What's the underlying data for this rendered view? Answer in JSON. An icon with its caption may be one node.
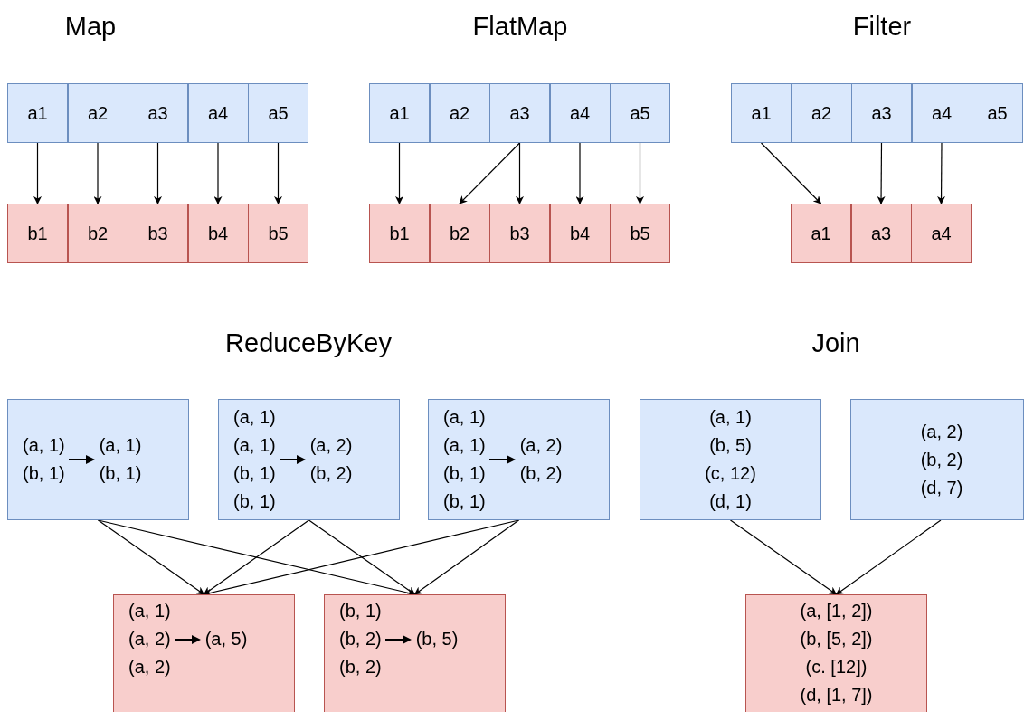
{
  "diagram": {
    "nodes": [
      {
        "text": [
          "a1"
        ]
      },
      {
        "text": [
          "a2"
        ]
      },
      {
        "text": [
          "a3"
        ]
      },
      {
        "text": [
          "a4"
        ]
      },
      {
        "text": [
          "a5"
        ]
      },
      {
        "text": [
          "b1"
        ]
      },
      {
        "text": [
          "b2"
        ]
      },
      {
        "text": [
          "b3"
        ]
      },
      {
        "text": [
          "b4"
        ]
      },
      {
        "text": [
          "b5"
        ]
      },
      {
        "text": [
          "a1"
        ]
      },
      {
        "text": [
          "a2"
        ]
      },
      {
        "text": [
          "a3"
        ]
      },
      {
        "text": [
          "a4"
        ]
      },
      {
        "text": [
          "a5"
        ]
      },
      {
        "text": [
          "b1"
        ]
      },
      {
        "text": [
          "b2"
        ]
      },
      {
        "text": [
          "b3"
        ]
      },
      {
        "text": [
          "b4"
        ]
      },
      {
        "text": [
          "b5"
        ]
      },
      {
        "text": [
          "a1"
        ]
      },
      {
        "text": [
          "a2"
        ]
      },
      {
        "text": [
          "a3"
        ]
      },
      {
        "text": [
          "a4"
        ]
      },
      {
        "text": [
          "a5"
        ]
      },
      {
        "text": [
          "a1"
        ]
      },
      {
        "text": [
          "a3"
        ]
      },
      {
        "text": [
          "a4"
        ]
      },
      {
        "text": [
          "(a, 1)",
          "(b, 1)",
          "(a, 1)",
          "(b, 1)"
        ]
      },
      {
        "text": [
          "(a, 1)",
          "(a, 1)",
          "(b, 1)",
          "(b, 1)",
          "(a, 2)",
          "(b, 2)"
        ]
      },
      {
        "text": [
          "(a, 1)",
          "(a, 1)",
          "(b, 1)",
          "(b, 1)",
          "(a, 2)",
          "(b, 2)"
        ]
      },
      {
        "text": [
          "(a, 1)",
          "(a, 2)",
          "(a, 2)",
          "(a, 5)"
        ]
      },
      {
        "text": [
          "(b, 1)",
          "(b, 2)",
          "(b, 2)",
          "(b, 5)"
        ]
      },
      {
        "text": [
          "(a, 1)",
          "(b, 5)",
          "(c, 12)",
          "(d, 1)"
        ]
      },
      {
        "text": [
          "(a, 2)",
          "(b, 2)",
          "(d, 7)"
        ]
      },
      {
        "text": [
          "(a, [1, 2])",
          "(b, [5, 2])",
          "(c. [12])",
          "(d, [1, 7])"
        ]
      }
    ],
    "edges": [
      {
        "from": 0,
        "to": 5,
        "arrow": "to"
      },
      {
        "from": 1,
        "to": 6,
        "arrow": "to"
      },
      {
        "from": 2,
        "to": 7,
        "arrow": "to"
      },
      {
        "from": 3,
        "to": 8,
        "arrow": "to"
      },
      {
        "from": 4,
        "to": 9,
        "arrow": "to"
      },
      {
        "from": 10,
        "to": 15,
        "arrow": "to"
      },
      {
        "from": 12,
        "to": 16,
        "arrow": "to"
      },
      {
        "from": 12,
        "to": 17,
        "arrow": "to"
      },
      {
        "from": 13,
        "to": 18,
        "arrow": "to"
      },
      {
        "from": 14,
        "to": 19,
        "arrow": "to"
      },
      {
        "from": 20,
        "to": 25,
        "arrow": "to"
      },
      {
        "from": 22,
        "to": 26,
        "arrow": "to"
      },
      {
        "from": 23,
        "to": 27,
        "arrow": "to"
      },
      {
        "from": 28,
        "to": 31,
        "arrow": "to"
      },
      {
        "from": 28,
        "to": 32,
        "arrow": "to"
      },
      {
        "from": 29,
        "to": 31,
        "arrow": "to"
      },
      {
        "from": 29,
        "to": 32,
        "arrow": "to"
      },
      {
        "from": 30,
        "to": 31,
        "arrow": "to"
      },
      {
        "from": 30,
        "to": 32,
        "arrow": "to"
      },
      {
        "from": 33,
        "to": 35,
        "arrow": "to"
      },
      {
        "from": 34,
        "to": 35,
        "arrow": "to"
      }
    ],
    "labels": [
      "Map",
      "FlatMap",
      "Filter",
      "ReduceByKey",
      "Join"
    ]
  }
}
